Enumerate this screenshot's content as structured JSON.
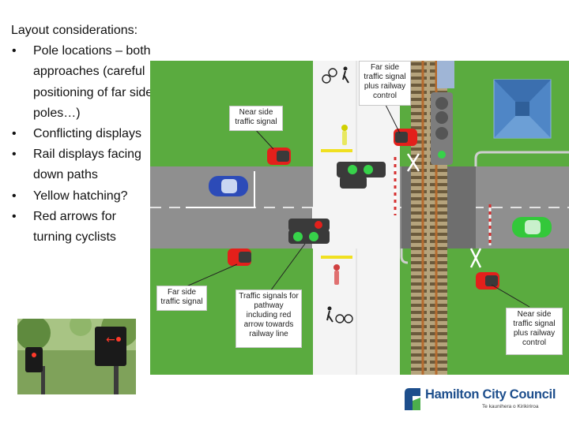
{
  "notes": {
    "heading": "Layout considerations:",
    "bullets": [
      "Pole locations – both approaches (careful positioning of far side poles…)",
      "Conflicting displays",
      "Rail displays facing down paths",
      "Yellow hatching?",
      "Red arrows for turning cyclists"
    ]
  },
  "callouts": {
    "far_side_rail": "Far side traffic signal plus railway control",
    "near_side": "Near side traffic signal",
    "far_side": "Far side traffic signal",
    "pathway": "Traffic signals for pathway including red arrow towards railway line",
    "near_side_rail": "Near side traffic signal plus railway control"
  },
  "logo": {
    "name": "Hamilton City Council",
    "tagline": "Te kaunihera o Kirikiriroa"
  },
  "colors": {
    "grass": "#5aab3f",
    "road": "#8f8f8f",
    "path": "#f4f4f4",
    "building": "#4f86c6",
    "car_blue": "#2c4bb8",
    "car_green": "#33c83a",
    "signal_red": "#e3201b",
    "signal_green": "#37d24a",
    "rail": "#b56b2e",
    "brand": "#1d4e8c"
  },
  "icons": [
    "pedestrian-icon",
    "bicycle-icon",
    "cyclist-icon",
    "railway-cross-icon",
    "traffic-signal-icon"
  ]
}
